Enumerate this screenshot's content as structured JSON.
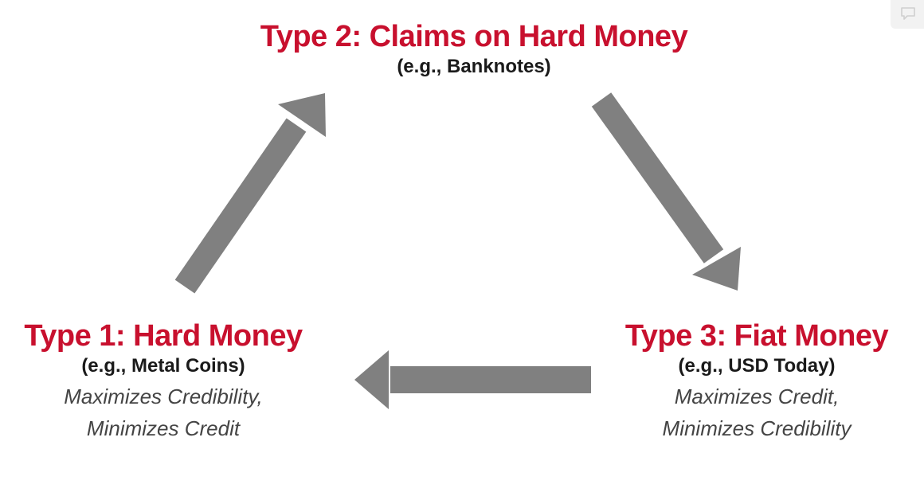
{
  "diagram": {
    "nodes": {
      "type2": {
        "title": "Type 2: Claims on Hard Money",
        "example": "(e.g., Banknotes)"
      },
      "type1": {
        "title": "Type 1: Hard Money",
        "example": "(e.g., Metal Coins)",
        "note_line1": "Maximizes Credibility,",
        "note_line2": "Minimizes Credit"
      },
      "type3": {
        "title": "Type 3: Fiat Money",
        "example": "(e.g., USD Today)",
        "note_line1": "Maximizes Credit,",
        "note_line2": "Minimizes Credibility"
      }
    },
    "edges": [
      {
        "from": "Type 1",
        "to": "Type 2"
      },
      {
        "from": "Type 2",
        "to": "Type 3"
      },
      {
        "from": "Type 3",
        "to": "Type 1"
      }
    ],
    "colors": {
      "title": "#c8102e",
      "example": "#1a1a1a",
      "note": "#444444",
      "arrow": "#808080"
    }
  },
  "ui": {
    "corner_icon": "comment-icon"
  }
}
